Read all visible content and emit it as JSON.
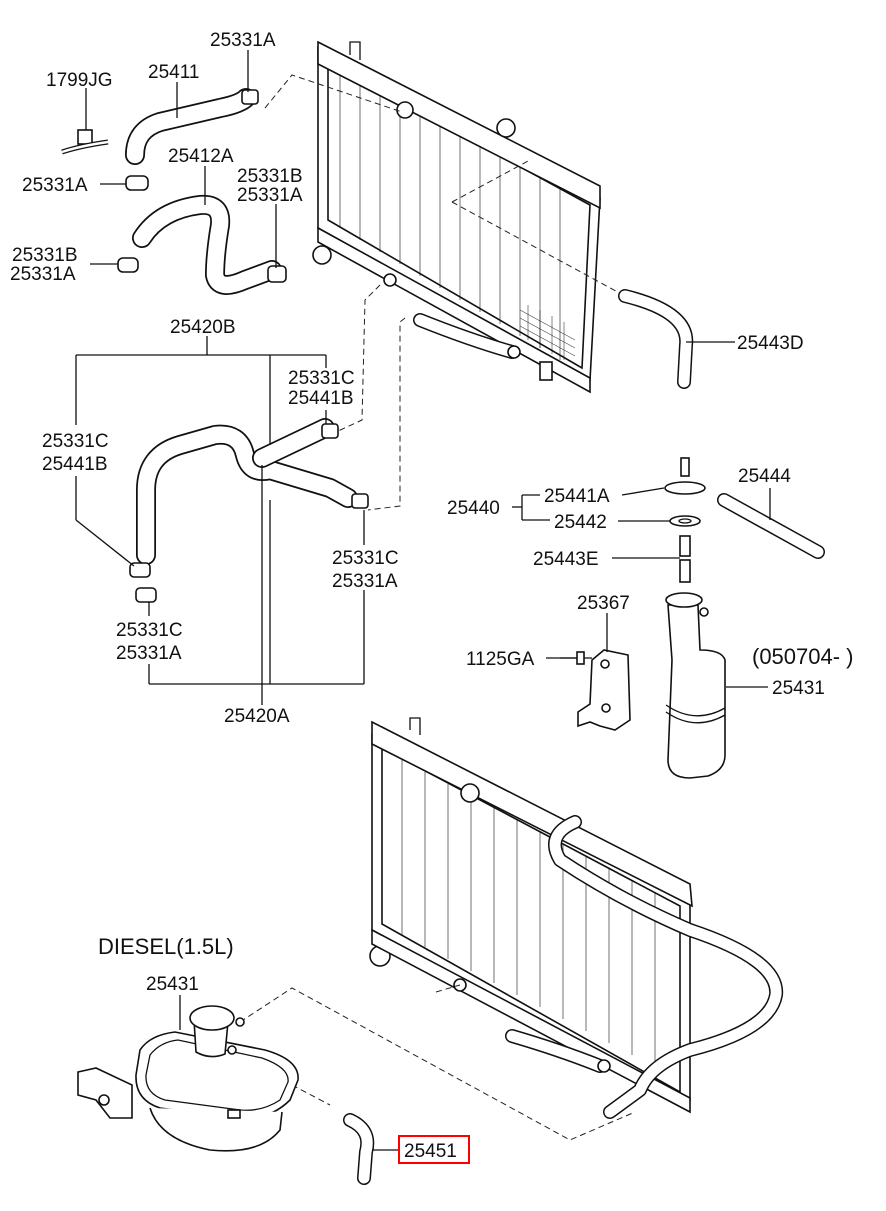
{
  "labels": {
    "p_1799jg": "1799JG",
    "p_25411": "25411",
    "p_25331a_top": "25331A",
    "p_25331a_l1": "25331A",
    "p_25412a": "25412A",
    "p_25331b_mid": "25331B",
    "p_25331a_mid": "25331A",
    "p_25331b_l2": "25331B",
    "p_25331a_l2": "25331A",
    "p_25420b": "25420B",
    "p_25331c_r1": "25331C",
    "p_25441b_r1": "25441B",
    "p_25331c_l3": "25331C",
    "p_25441b_l3": "25441B",
    "p_25331c_r2": "25331C",
    "p_25331a_r2": "25331A",
    "p_25331c_l4": "25331C",
    "p_25331a_l4": "25331A",
    "p_25420a": "25420A",
    "p_25443d": "25443D",
    "p_25444": "25444",
    "p_25440": "25440",
    "p_25441a": "25441A",
    "p_25442": "25442",
    "p_25443e": "25443E",
    "p_25367": "25367",
    "p_1125ga": "1125GA",
    "p_date": "(050704- )",
    "p_25431_top": "25431",
    "p_diesel": "DIESEL(1.5L)",
    "p_25431_bot": "25431",
    "p_25451": "25451"
  },
  "colors": {
    "line": "#111111",
    "highlight": "#ff0000",
    "background": "#ffffff"
  },
  "highlighted_part": "25451"
}
